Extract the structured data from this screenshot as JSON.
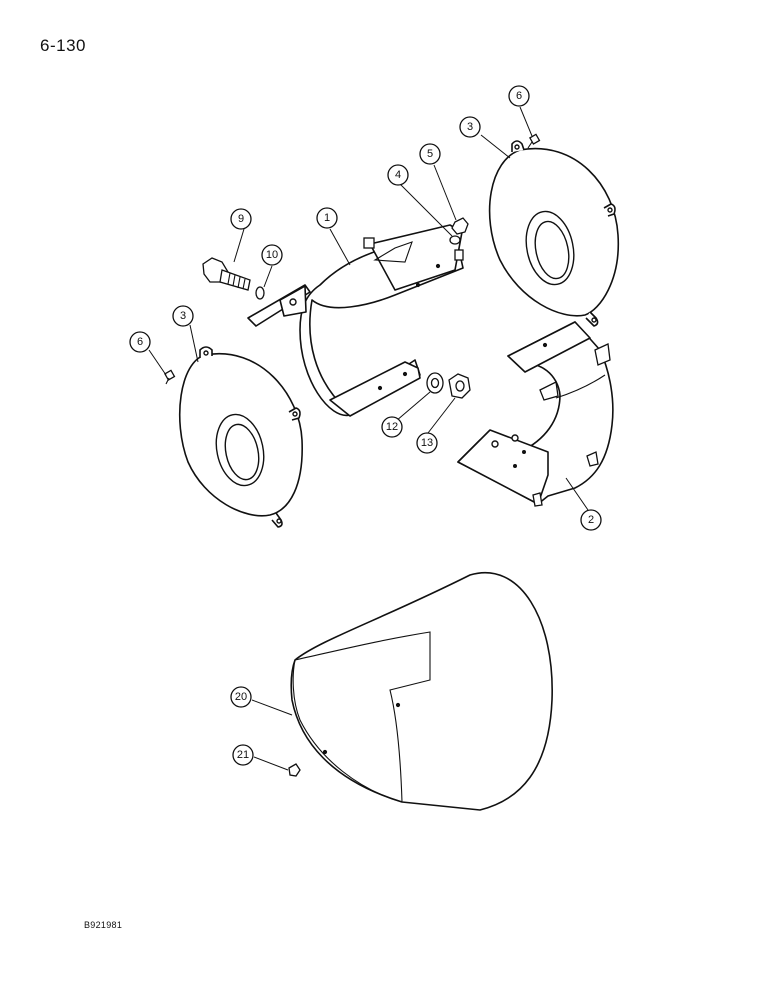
{
  "page_number": "6-130",
  "drawing_code": "B921981",
  "callouts": [
    {
      "id": "c1",
      "label": "1"
    },
    {
      "id": "c2",
      "label": "2"
    },
    {
      "id": "c3a",
      "label": "3"
    },
    {
      "id": "c3b",
      "label": "3"
    },
    {
      "id": "c4",
      "label": "4"
    },
    {
      "id": "c5",
      "label": "5"
    },
    {
      "id": "c6a",
      "label": "6"
    },
    {
      "id": "c6b",
      "label": "6"
    },
    {
      "id": "c9",
      "label": "9"
    },
    {
      "id": "c10",
      "label": "10"
    },
    {
      "id": "c12",
      "label": "12"
    },
    {
      "id": "c13",
      "label": "13"
    },
    {
      "id": "c20",
      "label": "20"
    },
    {
      "id": "c21",
      "label": "21"
    }
  ]
}
